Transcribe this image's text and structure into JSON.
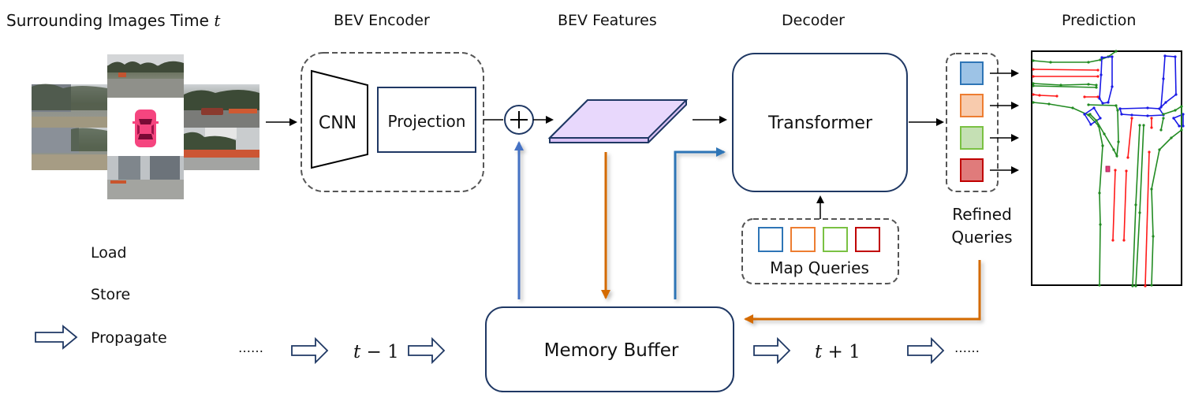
{
  "titles": {
    "surrounding_images": "Surrounding Images Time",
    "time_var": "t",
    "bev_encoder": "BEV Encoder",
    "bev_features": "BEV Features",
    "decoder": "Decoder",
    "prediction": "Prediction"
  },
  "encoder": {
    "cnn_label": "CNN",
    "projection_label": "Projection",
    "sum_symbol": "+"
  },
  "decoder": {
    "transformer_label": "Transformer"
  },
  "queries": {
    "map_queries_label": "Map Queries",
    "refined_label_line1": "Refined",
    "refined_label_line2": "Queries",
    "colors": [
      {
        "name": "blue",
        "stroke": "#2e75b6",
        "fill": "#9dc3e6"
      },
      {
        "name": "orange",
        "stroke": "#ed7d31",
        "fill": "#f8cbad"
      },
      {
        "name": "green",
        "stroke": "#7ac143",
        "fill": "#c5e0b4"
      },
      {
        "name": "red",
        "stroke": "#c00000",
        "fill": "#e07b7b"
      }
    ]
  },
  "memory": {
    "buffer_label": "Memory Buffer"
  },
  "timeline": {
    "prev_ellipsis": "……",
    "prev_step": "t − 1",
    "next_step": "t + 1",
    "next_ellipsis": "……"
  },
  "legend": [
    {
      "label": "Load",
      "kind": "load-arrow",
      "color": "#4472c4"
    },
    {
      "label": "Store",
      "kind": "store-arrow",
      "color": "#d46a06"
    },
    {
      "label": "Propagate",
      "kind": "propagate-arrow",
      "color": "#1f3864"
    }
  ],
  "colors": {
    "load": "#4472c4",
    "store": "#d46a06",
    "box_border": "#1f3864",
    "dashed": "#555555",
    "bev_fill": "#e6d5fb",
    "car": "#f5457f",
    "map_green": "#228b22",
    "map_red": "#ff1a1a",
    "map_blue": "#1a1ae6"
  }
}
